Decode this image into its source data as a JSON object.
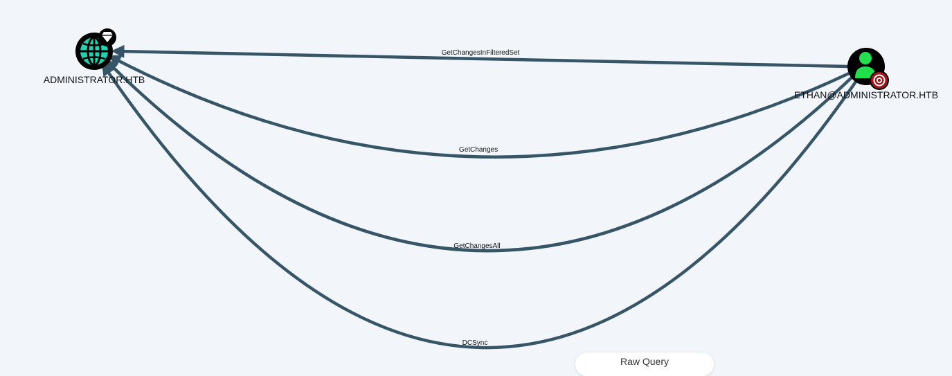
{
  "graph": {
    "nodes": [
      {
        "id": "domain",
        "label": "ADMINISTRATOR.HTB",
        "type": "domain",
        "icon": "globe-icon",
        "badge": "diamond-icon"
      },
      {
        "id": "user",
        "label": "ETHAN@ADMINISTRATOR.HTB",
        "type": "user",
        "icon": "user-icon",
        "badge": "target-icon"
      }
    ],
    "edges": [
      {
        "label": "GetChangesInFilteredSet",
        "from": "user",
        "to": "domain"
      },
      {
        "label": "GetChanges",
        "from": "user",
        "to": "domain"
      },
      {
        "label": "GetChangesAll",
        "from": "user",
        "to": "domain"
      },
      {
        "label": "DCSync",
        "from": "user",
        "to": "domain"
      }
    ]
  },
  "toolbar": {
    "raw_query_label": "Raw Query"
  },
  "colors": {
    "background": "#f2f6fb",
    "edge": "#365566",
    "domain_node": "#1fd3b0",
    "user_node": "#22e04b",
    "target_badge": "#a0161a"
  }
}
